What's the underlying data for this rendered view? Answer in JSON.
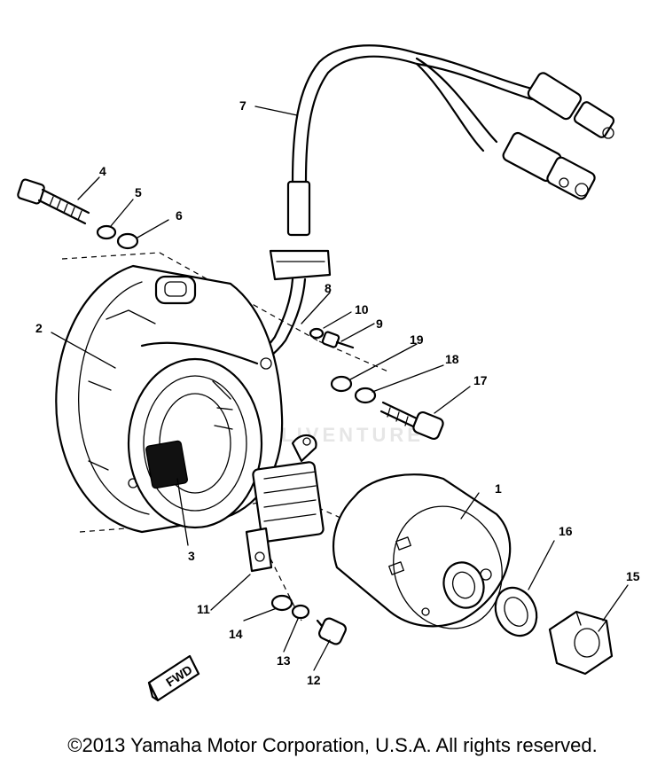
{
  "callouts": [
    "1",
    "2",
    "3",
    "4",
    "5",
    "6",
    "7",
    "8",
    "9",
    "10",
    "11",
    "12",
    "13",
    "14",
    "15",
    "16",
    "17",
    "18",
    "19"
  ],
  "fwd_label": "FWD",
  "watermark": "REPLIVENTURE",
  "copyright": "©2013 Yamaha Motor Corporation, U.S.A. All rights reserved."
}
